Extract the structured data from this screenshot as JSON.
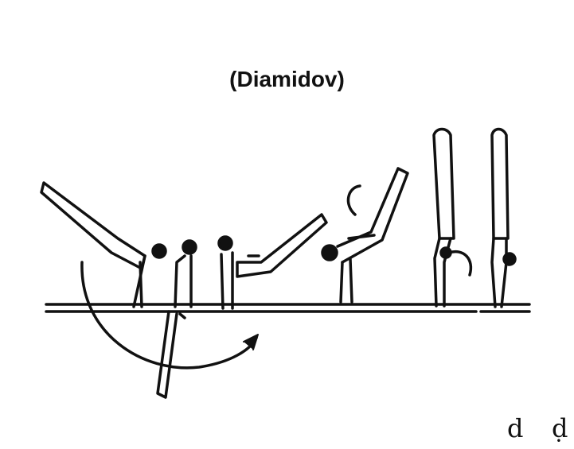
{
  "title": "(Diamidov)",
  "corner_marks": [
    "d",
    "ḍ"
  ],
  "colors": {
    "ink": "#111111",
    "background": "#ffffff"
  }
}
